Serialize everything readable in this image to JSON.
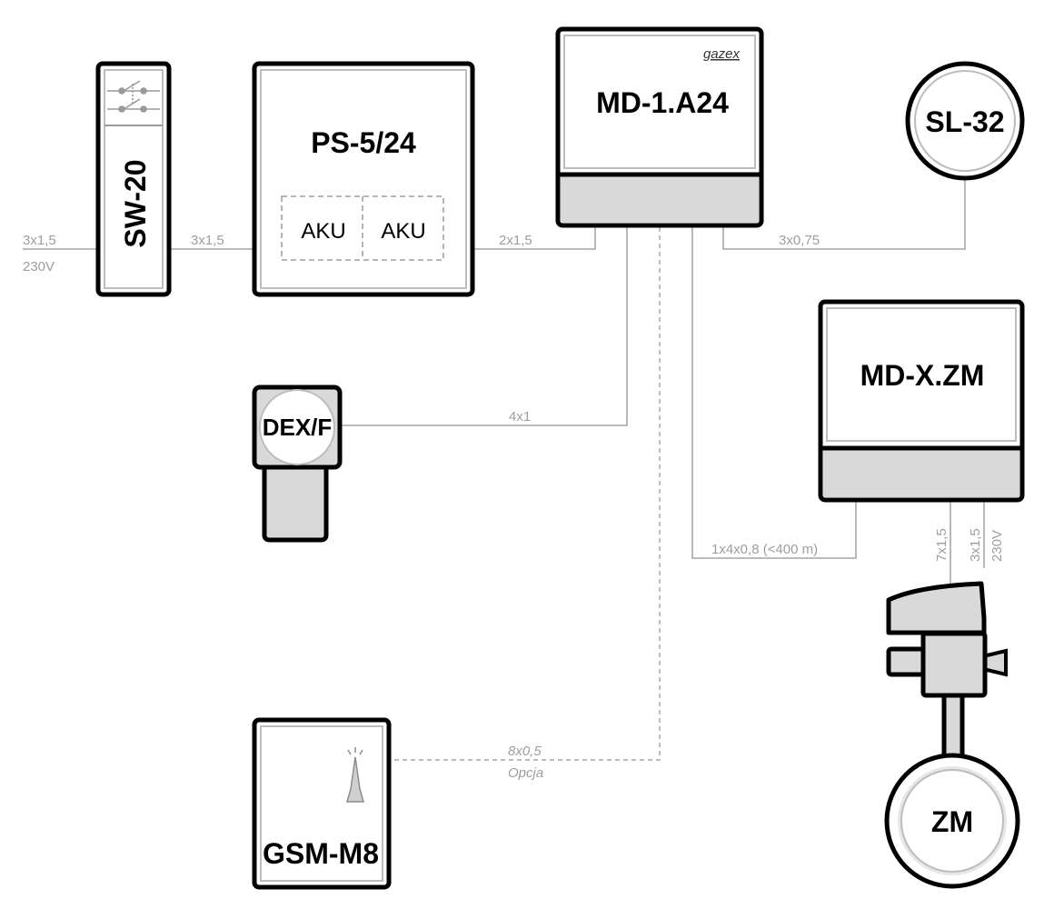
{
  "devices": {
    "sw20": "SW-20",
    "ps": "PS-5/24",
    "aku1": "AKU",
    "aku2": "AKU",
    "md1": "MD-1.A24",
    "brand": "gazex",
    "sl32": "SL-32",
    "dexf": "DEX/F",
    "mdx": "MD-X.ZM",
    "gsm": "GSM-M8",
    "zm": "ZM"
  },
  "cables": {
    "mains_in": "3x1,5",
    "mains_in_volt": "230V",
    "sw_ps": "3x1,5",
    "ps_md": "2x1,5",
    "md_sl": "3x0,75",
    "md_dex": "4x1",
    "md_mdx": "1x4x0,8 (<400 m)",
    "gsm": "8x0,5",
    "gsm_option": "Opcja",
    "mdx_zm": "7x1,5",
    "mdx_power": "3x1,5",
    "mdx_power_volt": "230V"
  },
  "colors": {
    "line": "#a6a6a6",
    "box_border": "#000000",
    "panel_fill": "#d9d9d9"
  }
}
